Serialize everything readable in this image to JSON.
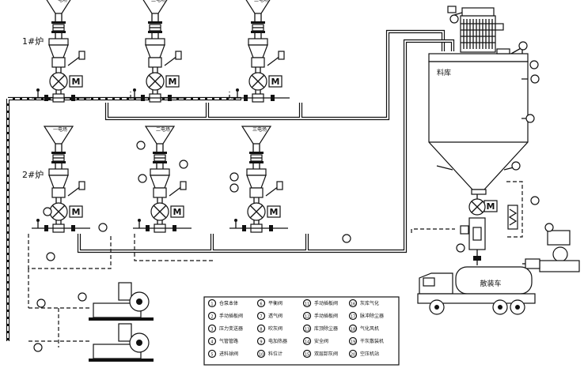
{
  "furnace_labels": [
    "1#炉",
    "2#炉"
  ],
  "hopper_labels": [
    "一电场",
    "二电场",
    "三电场"
  ],
  "silo_label": "料库",
  "truck_label": "散装车",
  "motor_label": "M",
  "legend": [
    "仓泵本体",
    "平衡阀",
    "手动插板阀",
    "灰库气化",
    "手动插板阀",
    "透气阀",
    "手动插板阀",
    "脉冲除尘器",
    "压力变送器",
    "吹灰阀",
    "库顶除尘器",
    "气化风机",
    "气管管路",
    "电加热器",
    "安全阀",
    "干灰散装机",
    "进料球阀",
    "料位计",
    "双层卸灰阀",
    "空压机站"
  ]
}
